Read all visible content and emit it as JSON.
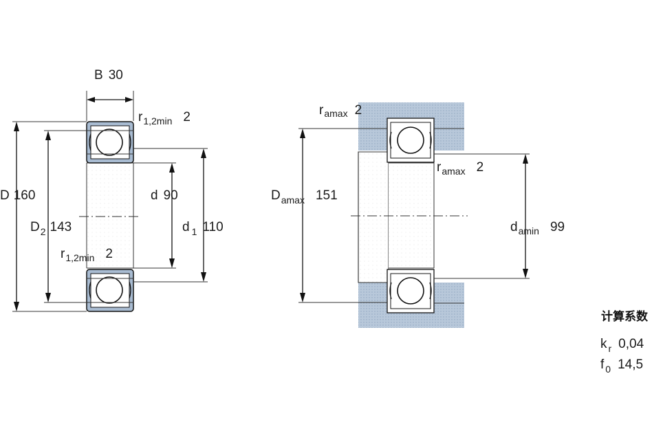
{
  "left_view": {
    "B": {
      "symbol": "B",
      "value": "30"
    },
    "r_top": {
      "symbol": "r",
      "subscript": "1,2min",
      "value": "2"
    },
    "D": {
      "symbol": "D",
      "value": "160"
    },
    "D2": {
      "symbol": "D",
      "subscript": "2",
      "value": "143"
    },
    "d": {
      "symbol": "d",
      "value": "90"
    },
    "d1": {
      "symbol": "d",
      "subscript": "1",
      "value": "110"
    },
    "r_bottom": {
      "symbol": "r",
      "subscript": "1,2min",
      "value": "2"
    }
  },
  "right_view": {
    "ra_top": {
      "symbol": "r",
      "subscript": "amax",
      "value": "2"
    },
    "ra_inner": {
      "symbol": "r",
      "subscript": "amax",
      "value": "2"
    },
    "Da": {
      "symbol": "D",
      "subscript": "amax",
      "value": "151"
    },
    "da": {
      "symbol": "d",
      "subscript": "amin",
      "value": "99"
    }
  },
  "factors": {
    "heading": "计算系数",
    "kr": {
      "symbol": "k",
      "subscript": "r",
      "value": "0,04"
    },
    "f0": {
      "symbol": "f",
      "subscript": "0",
      "value": "14,5"
    }
  },
  "colors": {
    "seal_fill": "#a9bcd2",
    "housing_fill": "#b8c8da",
    "line": "#111111"
  }
}
